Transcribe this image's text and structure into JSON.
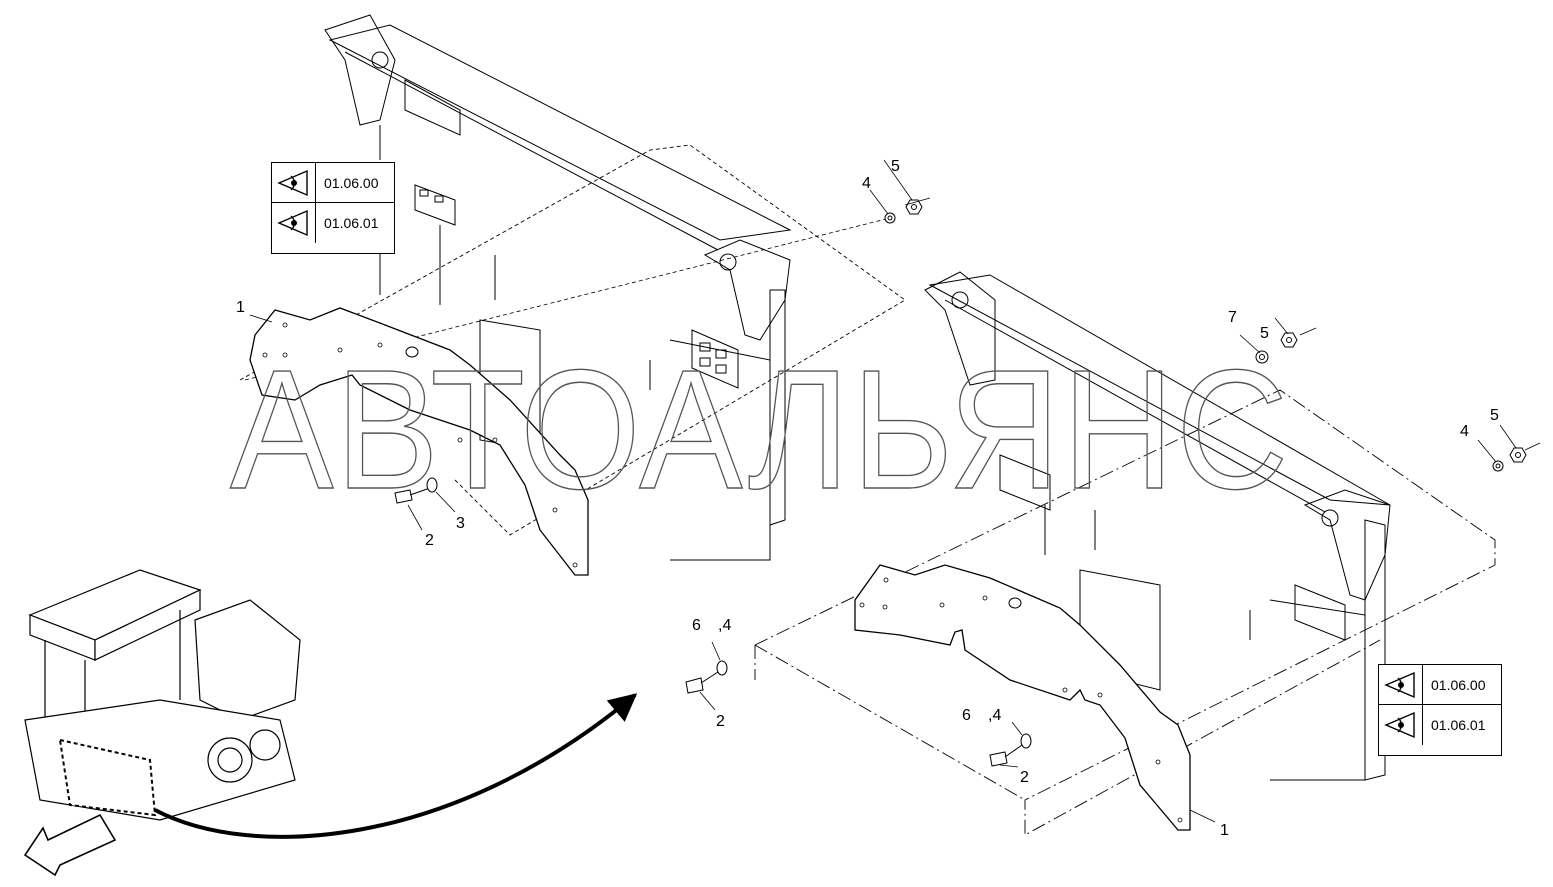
{
  "watermark": "АВТОАЛЬЯНС",
  "reference_boxes": [
    {
      "icon": "eye-view-icon",
      "codes": [
        "01.06.00",
        "01.06.01"
      ]
    },
    {
      "icon": "eye-view-icon",
      "codes": [
        "01.06.00",
        "01.06.01"
      ]
    }
  ],
  "callouts_top": [
    "1",
    "2",
    "3",
    "4",
    "5"
  ],
  "callouts_bottom": [
    "1",
    "2",
    "2",
    "4",
    "5",
    "5",
    "6",
    ",4",
    "6",
    ",4",
    "7"
  ],
  "colors": {
    "line": "#000000",
    "background": "#ffffff",
    "watermark": "#555555"
  }
}
